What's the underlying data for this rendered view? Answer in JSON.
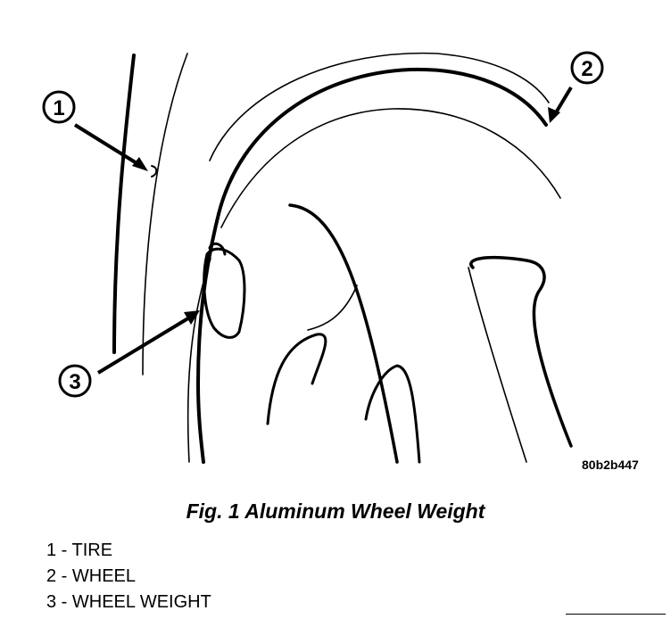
{
  "figure": {
    "callouts": [
      {
        "number": "1"
      },
      {
        "number": "2"
      },
      {
        "number": "3"
      }
    ],
    "image_code": "80b2b447"
  },
  "caption": "Fig. 1 Aluminum Wheel Weight",
  "legend": [
    "1 - TIRE",
    "2 - WHEEL",
    "3 - WHEEL WEIGHT"
  ]
}
